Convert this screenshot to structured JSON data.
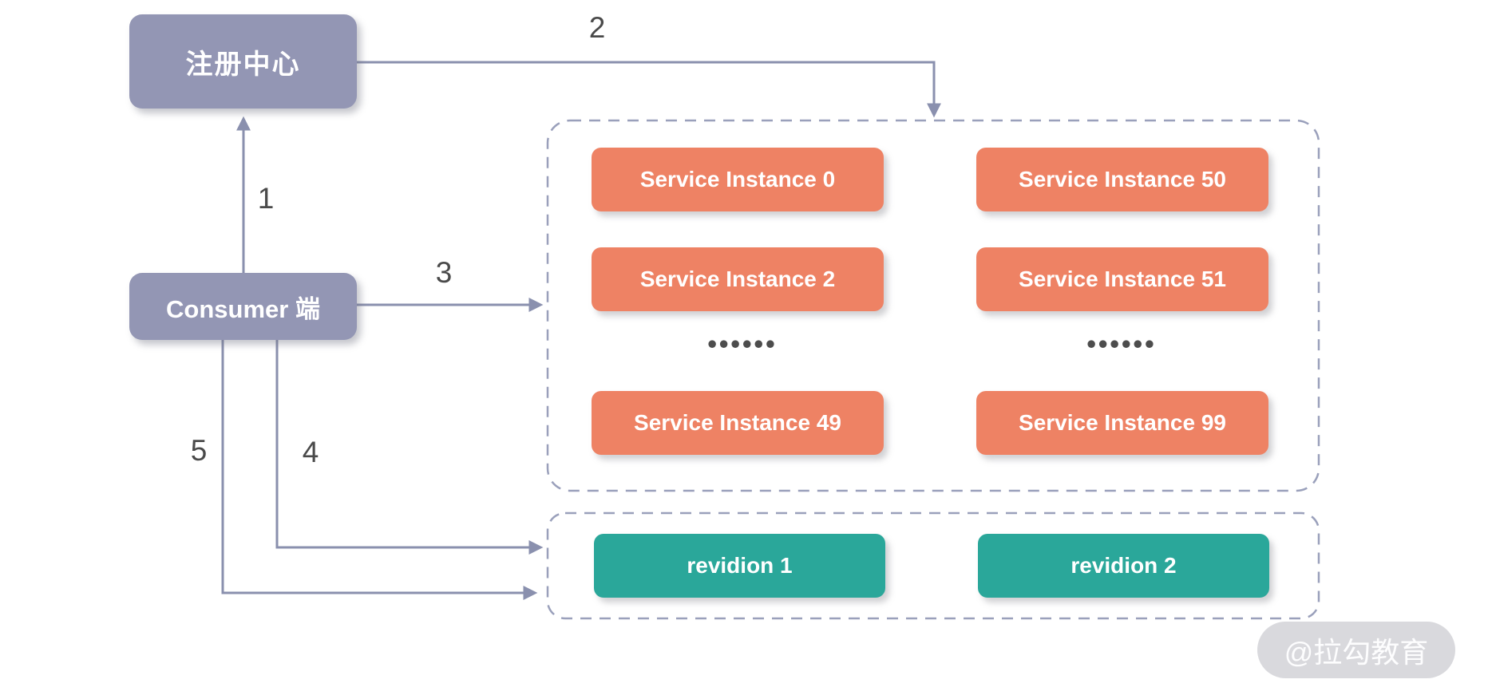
{
  "diagram": {
    "nodes": {
      "registry": "注册中心",
      "consumer": "Consumer 端"
    },
    "flow_labels": [
      "1",
      "2",
      "3",
      "4",
      "5"
    ],
    "instance_panel": {
      "col_a": [
        "Service Instance 0",
        "Service Instance 2",
        "Service Instance 49"
      ],
      "col_b": [
        "Service Instance 50",
        "Service Instance 51",
        "Service Instance 99"
      ],
      "ellipsis": "••••••"
    },
    "revision_panel": {
      "items": [
        "revidion 1",
        "revidion 2"
      ]
    },
    "watermark": "@拉勾教育",
    "colors": {
      "node_fill": "#9396B4",
      "instance_fill": "#EE8264",
      "revision_fill": "#2AA79A",
      "connector": "#8A90AE",
      "dashed_border": "#9AA0BB",
      "flow_label_text": "#4A4A4A",
      "ellipsis_text": "#4D4D4D",
      "watermark_bg": "#D9D9DD",
      "watermark_text": "#FDFDFE"
    }
  }
}
